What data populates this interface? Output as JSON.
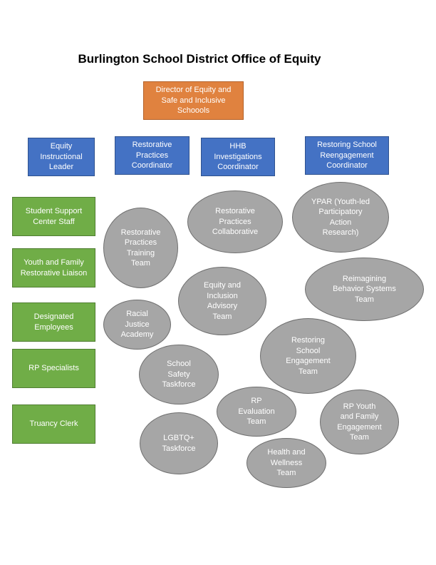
{
  "title": "Burlington School District Office of Equity",
  "colors": {
    "orange": "#e0823f",
    "blue": "#4472c4",
    "green": "#70ad47",
    "gray": "#a6a6a6"
  },
  "director": "Director of Equity and\nSafe and Inclusive\nSchoools",
  "coordinators": [
    "Equity\nInstructional\nLeader",
    "Restorative\nPractices\nCoordinator",
    "HHB\nInvestigations\nCoordinator",
    "Restoring School\nReengagement\nCoordinator"
  ],
  "staff": [
    "Student Support\nCenter Staff",
    "Youth and Family\nRestorative Liaison",
    "Designated\nEmployees",
    "RP Specialists",
    "Truancy Clerk"
  ],
  "teams": [
    "Restorative\nPractices\nCollaborative",
    "YPAR (Youth-led\nParticipatory\nAction\nResearch)",
    "Restorative\nPractices\nTraining\nTeam",
    "Reimagining\nBehavior Systems\nTeam",
    "Equity and\nInclusion\nAdvisory\nTeam",
    "Racial\nJustice\nAcademy",
    "Restoring\nSchool\nEngagement\nTeam",
    "School\nSafety\nTaskforce",
    "RP\nEvaluation\nTeam",
    "RP Youth\nand Family\nEngagement\nTeam",
    "LGBTQ+\nTaskforce",
    "Health and\nWellness\nTeam"
  ]
}
